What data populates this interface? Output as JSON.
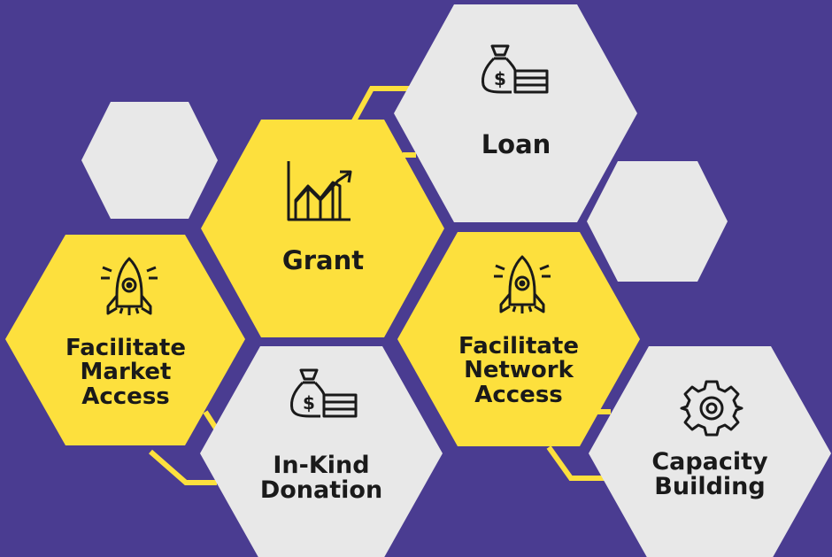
{
  "colors": {
    "background": "#4a3c91",
    "yellow": "#fde03d",
    "gray": "#e8e8e8",
    "icon": "#1a1a1a"
  },
  "hexagons": [
    {
      "id": "loan",
      "label_lines": [
        "Loan"
      ],
      "icon": "money-bag-icon",
      "color": "gray"
    },
    {
      "id": "grant",
      "label_lines": [
        "Grant"
      ],
      "icon": "growth-chart-icon",
      "color": "yellow"
    },
    {
      "id": "market",
      "label_lines": [
        "Facilitate",
        "Market",
        "Access"
      ],
      "icon": "rocket-icon",
      "color": "yellow"
    },
    {
      "id": "network",
      "label_lines": [
        "Facilitate",
        "Network",
        "Access"
      ],
      "icon": "rocket-icon",
      "color": "yellow"
    },
    {
      "id": "inkind",
      "label_lines": [
        "In-Kind",
        "Donation"
      ],
      "icon": "money-bag-icon",
      "color": "gray"
    },
    {
      "id": "capacity",
      "label_lines": [
        "Capacity",
        "Building"
      ],
      "icon": "gear-icon",
      "color": "gray"
    }
  ]
}
